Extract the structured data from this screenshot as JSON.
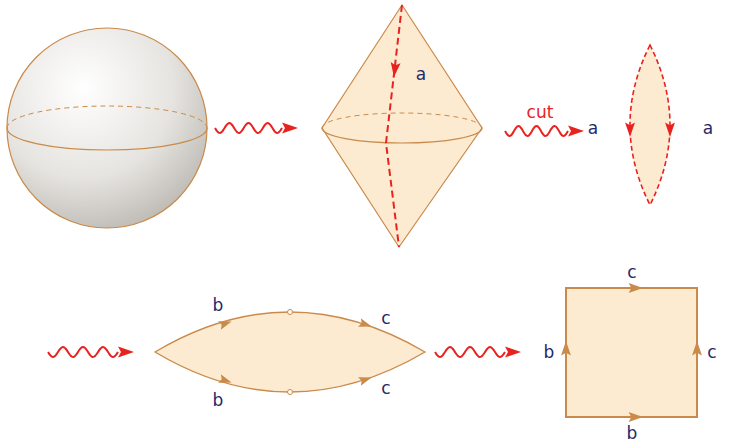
{
  "diagram": {
    "labels": [
      "a",
      "cut",
      "a",
      "a",
      "b",
      "c",
      "b",
      "c",
      "c",
      "b",
      "c",
      "b"
    ]
  }
}
